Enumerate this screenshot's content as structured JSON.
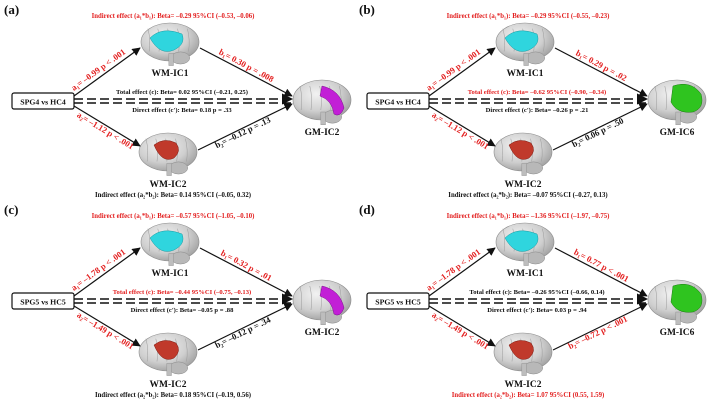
{
  "panels": [
    {
      "label": "(a)",
      "predictor": "SPG4 vs HC4",
      "mediator1": "WM-IC1",
      "mediator2": "WM-IC2",
      "outcome": "GM-IC2",
      "outcome_color": "#c21fd6",
      "indirect1": {
        "text": "Indirect effect (a₁*b₁): Beta= –0.29  95%CI (–0.53, –0.06)",
        "significant": true
      },
      "indirect2": {
        "text": "Indirect effect (a₂*b₂): Beta= 0.14  95%CI (–0.05,  0.32)",
        "significant": false
      },
      "total": {
        "text": "Total effect (c): Beta= 0.02  95%CI (–0.21,  0.25)",
        "significant": false
      },
      "direct": {
        "text": "Direct effect (c'): Beta= 0.18  p = .33",
        "significant": false
      },
      "a1": {
        "text": "a₁= –0.99 p < .001",
        "significant": true
      },
      "b1": {
        "text": "b₁= 0.30 p = .008",
        "significant": true
      },
      "a2": {
        "text": "a₂= –1.12 p < .001",
        "significant": true
      },
      "b2": {
        "text": "b₂= –0.12 p = .13",
        "significant": false
      }
    },
    {
      "label": "(b)",
      "predictor": "SPG4 vs HC4",
      "mediator1": "WM-IC1",
      "mediator2": "WM-IC2",
      "outcome": "GM-IC6",
      "outcome_color": "#2fc41f",
      "indirect1": {
        "text": "Indirect effect (a₁*b₁): Beta= –0.29  95%CI (–0.55, –0.23)",
        "significant": true
      },
      "indirect2": {
        "text": "Indirect effect (a₂*b₂): Beta= –0.07  95%CI (–0.27,  0.13)",
        "significant": false
      },
      "total": {
        "text": "Total effect (c): Beta= –0.62  95%CI (–0.90, –0.34)",
        "significant": true
      },
      "direct": {
        "text": "Direct effect (c'): Beta= –0.26  p = .21",
        "significant": false
      },
      "a1": {
        "text": "a₁= –0.99 p < .001",
        "significant": true
      },
      "b1": {
        "text": "b₁= 0.29 p = .02",
        "significant": true
      },
      "a2": {
        "text": "a₂= –1.12 p < .001",
        "significant": true
      },
      "b2": {
        "text": "b₂= 0.06 p = .50",
        "significant": false
      }
    },
    {
      "label": "(c)",
      "predictor": "SPG5 vs HC5",
      "mediator1": "WM-IC1",
      "mediator2": "WM-IC2",
      "outcome": "GM-IC2",
      "outcome_color": "#c21fd6",
      "indirect1": {
        "text": "Indirect effect (a₁*b₁): Beta= –0.57  95%CI (–1.05, –0.10)",
        "significant": true
      },
      "indirect2": {
        "text": "Indirect effect (a₂*b₂): Beta= 0.18  95%CI (–0.19,  0.56)",
        "significant": false
      },
      "total": {
        "text": "Total effect (c): Beta= –0.44  95%CI (–0.75, –0.13)",
        "significant": true
      },
      "direct": {
        "text": "Direct effect (c'): Beta= –0.05  p = .88",
        "significant": false
      },
      "a1": {
        "text": "a₁= –1.78 p < .001",
        "significant": true
      },
      "b1": {
        "text": "b₁= 0.32 p = .01",
        "significant": true
      },
      "a2": {
        "text": "a₂= –1.49 p < .001",
        "significant": true
      },
      "b2": {
        "text": "b₂= –0.12 p = .34",
        "significant": false
      }
    },
    {
      "label": "(d)",
      "predictor": "SPG5 vs HC5",
      "mediator1": "WM-IC1",
      "mediator2": "WM-IC2",
      "outcome": "GM-IC6",
      "outcome_color": "#2fc41f",
      "indirect1": {
        "text": "Indirect effect (a₁*b₁): Beta= –1.36  95%CI (–1.97, –0.75)",
        "significant": true
      },
      "indirect2": {
        "text": "Indirect effect (a₂*b₂): Beta= 1.07  95%CI (0.55,  1.59)",
        "significant": true
      },
      "total": {
        "text": "Total effect (c): Beta= –0.26  95%CI (–0.66,  0.14)",
        "significant": false
      },
      "direct": {
        "text": "Direct effect (c'): Beta= 0.03  p = .94",
        "significant": false
      },
      "a1": {
        "text": "a₁= –1.78 p < .001",
        "significant": true
      },
      "b1": {
        "text": "b₁= 0.77 p < .001",
        "significant": true
      },
      "a2": {
        "text": "a₂= –1.49 p < .001",
        "significant": true
      },
      "b2": {
        "text": "b₂= –0.72 p < .001",
        "significant": true
      }
    }
  ],
  "colors": {
    "significant": "#e32020",
    "nonsignificant": "#111111",
    "mediator1_blob": "#2fd5de",
    "mediator2_blob": "#c0392b",
    "brain_gray": "#c9c9c9"
  }
}
